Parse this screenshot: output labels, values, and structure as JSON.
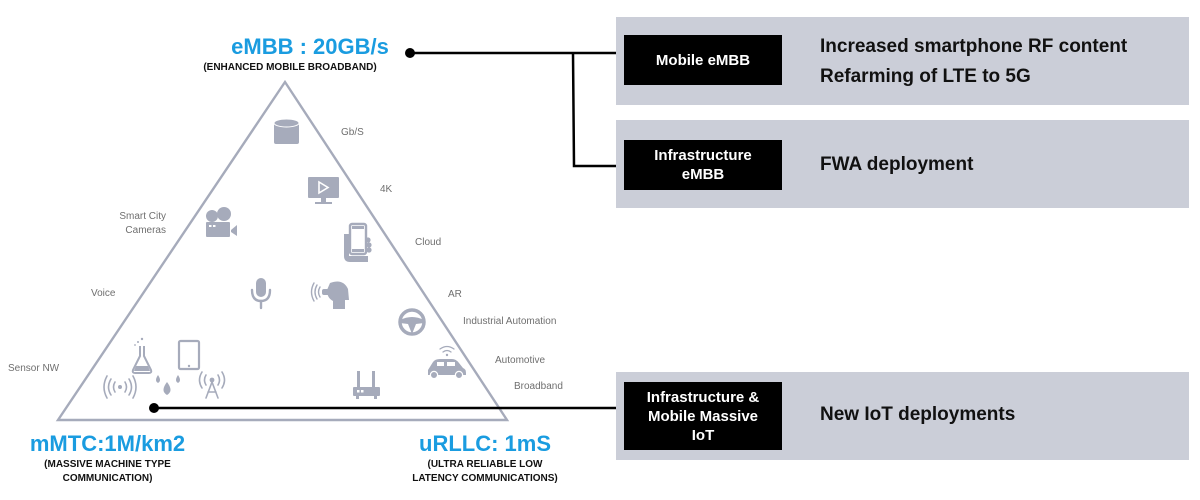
{
  "triangle": {
    "top": {
      "title": "eMBB : 20GB/s",
      "subtitle": "(ENHANCED MOBILE BROADBAND)"
    },
    "bottom_left": {
      "title": "mMTC:1M/km2",
      "subtitle_lines": [
        "(MASSIVE MACHINE TYPE",
        "COMMUNICATION)"
      ]
    },
    "bottom_right": {
      "title": "uRLLC: 1mS",
      "subtitle_lines": [
        "(ULTRA RELIABLE LOW",
        "LATENCY COMMUNICATIONS)"
      ]
    },
    "right_labels": [
      "Gb/S",
      "4K",
      "Cloud",
      "AR",
      "Industrial Automation",
      "Automotive",
      "Broadband"
    ],
    "left_labels": {
      "smart_city": [
        "Smart City",
        "Cameras"
      ],
      "voice": "Voice",
      "sensor": "Sensor NW"
    },
    "icons": [
      "database-icon",
      "video-monitor-icon",
      "movie-camera-icon",
      "phone-in-hand-icon",
      "microphone-icon",
      "vr-headset-icon",
      "steering-wheel-icon",
      "connected-car-icon",
      "flask-icon",
      "tablet-icon",
      "water-drops-icon",
      "wireless-signal-icon",
      "radio-tower-icon",
      "router-icon"
    ]
  },
  "panels": [
    {
      "badge_lines": [
        "Mobile eMBB"
      ],
      "text_lines": [
        "Increased smartphone RF content",
        "Refarming of LTE to 5G"
      ]
    },
    {
      "badge_lines": [
        "Infrastructure",
        "eMBB"
      ],
      "text_lines": [
        "FWA deployment"
      ]
    },
    {
      "badge_lines": [
        "Infrastructure &",
        "Mobile Massive",
        "IoT"
      ],
      "text_lines": [
        "New IoT deployments"
      ]
    }
  ],
  "colors": {
    "accent_blue": "#1a9ce0",
    "panel_bg": "#cbced8",
    "badge_bg": "#000000",
    "triangle_stroke": "#a6abbb"
  }
}
